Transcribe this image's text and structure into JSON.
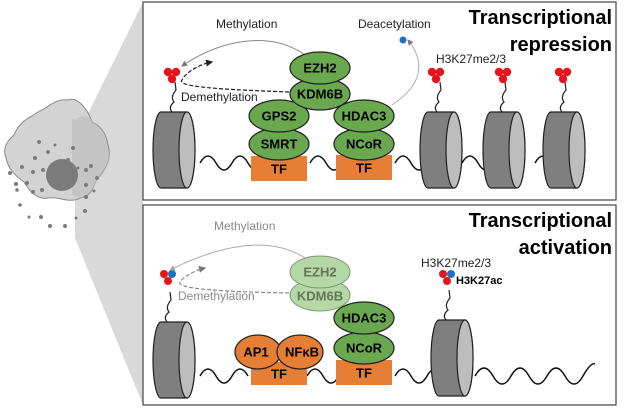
{
  "figure": {
    "colors": {
      "protein_green": "#6aa84f",
      "protein_green_faded": "#b6d7a8",
      "tf_orange": "#e67e35",
      "methyl_red": "#e8141b",
      "acetyl_blue": "#1f6fc5",
      "nucleosome_gray": "#7f7f7f",
      "nucleosome_face": "#bdbdbd",
      "cell_gray": "#d3d3d3",
      "wedge_gray": "#d9d9d9"
    },
    "cell": {
      "icon": "cell-icon"
    },
    "panels": [
      {
        "id": "repression",
        "title_line1": "Transcriptional",
        "title_line2": "repression",
        "labels": {
          "methylation": "Methylation",
          "demethylation": "Demethylation",
          "deacetylation": "Deacetylation",
          "mark": "H3K27me2/3"
        },
        "complex_left": {
          "top": "GPS2",
          "bottom": "SMRT",
          "tf": "TF"
        },
        "complex_right": {
          "top": "HDAC3",
          "bottom": "NCoR",
          "tf": "TF"
        },
        "enzymes": {
          "top": "EZH2",
          "bottom": "KDM6B"
        }
      },
      {
        "id": "activation",
        "title_line1": "Transcriptional",
        "title_line2": "activation",
        "labels": {
          "methylation": "Methylation",
          "demethylation": "Demethylation",
          "mark": "H3K27me2/3",
          "mark_ac": "H3K27ac"
        },
        "complex_left": {
          "left": "AP1",
          "right": "NFκB",
          "tf": "TF"
        },
        "complex_right": {
          "top": "HDAC3",
          "bottom": "NCoR",
          "tf": "TF"
        },
        "enzymes": {
          "top": "EZH2",
          "bottom": "KDM6B"
        }
      }
    ]
  }
}
